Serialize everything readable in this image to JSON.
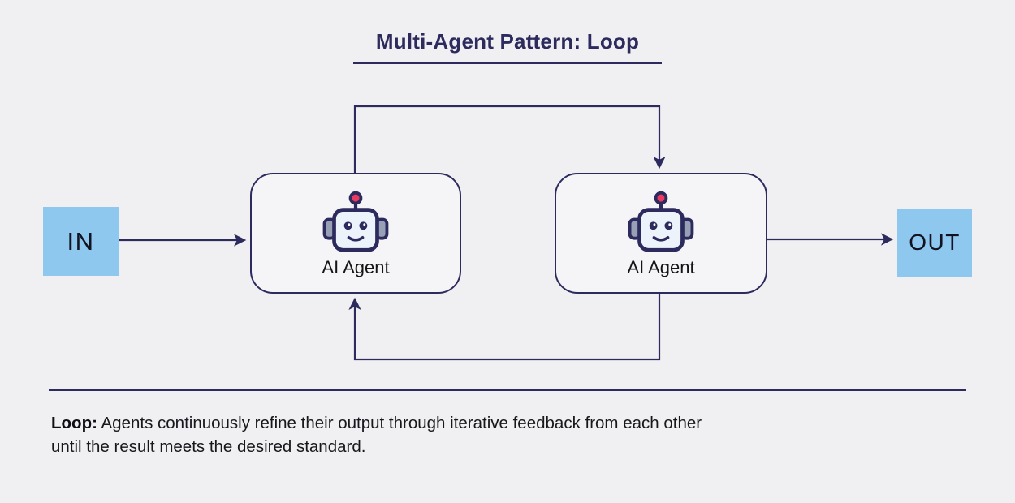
{
  "title": "Multi-Agent Pattern: Loop",
  "nodes": {
    "in": {
      "label": "IN"
    },
    "agent1": {
      "label": "AI Agent",
      "icon": "robot-icon"
    },
    "agent2": {
      "label": "AI Agent",
      "icon": "robot-icon"
    },
    "out": {
      "label": "OUT"
    }
  },
  "edges": [
    {
      "from": "in",
      "to": "agent1",
      "style": "straight-arrow"
    },
    {
      "from": "agent1",
      "to": "agent2",
      "style": "loop-top-arrow"
    },
    {
      "from": "agent2",
      "to": "agent1",
      "style": "loop-bottom-arrow"
    },
    {
      "from": "agent2",
      "to": "out",
      "style": "straight-arrow"
    }
  ],
  "caption": {
    "label": "Loop:",
    "line1": "Agents continuously refine their output through iterative feedback from each other",
    "line2": "until the result meets the desired standard."
  },
  "colors": {
    "background": "#f0eff1",
    "navy": "#2d2b5e",
    "terminal_blue": "#8ec8ef",
    "robot_face": "#ecf3fb",
    "robot_ear": "#97a0b4",
    "antenna_red": "#ea3a60",
    "text_dark": "#17171c"
  }
}
